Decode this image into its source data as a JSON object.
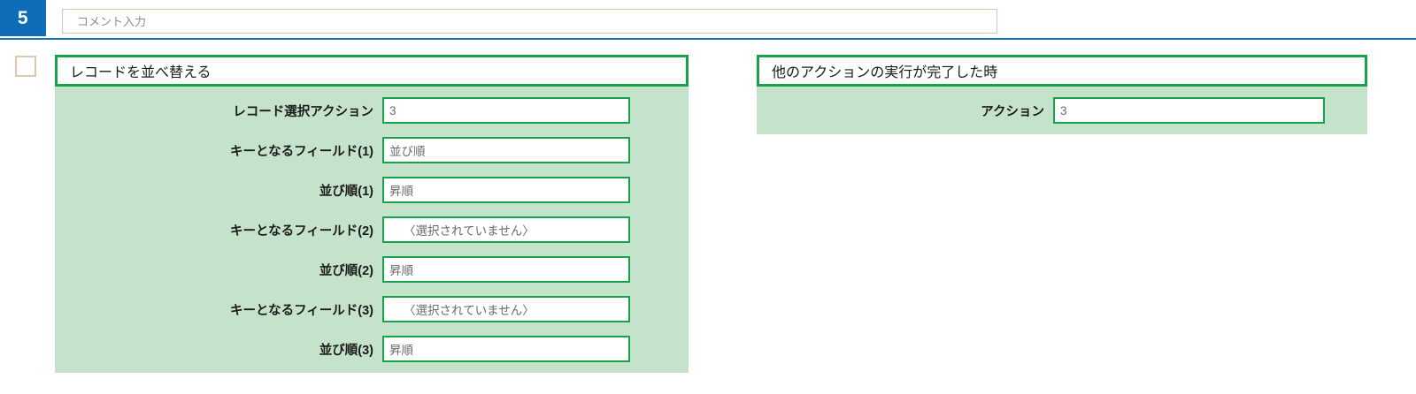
{
  "top_bar": {
    "step_number": "5",
    "comment_value": "",
    "comment_placeholder": "コメント入力"
  },
  "enable_checkbox": {
    "checked": false,
    "name": "action-enable-checkbox"
  },
  "panels": [
    {
      "id": "sort-records",
      "title": "レコードを並べ替える",
      "fields": [
        {
          "label": "レコード選択アクション",
          "value": "3",
          "indented": false
        },
        {
          "label": "キーとなるフィールド(1)",
          "value": "並び順",
          "indented": false
        },
        {
          "label": "並び順(1)",
          "value": "昇順",
          "indented": false
        },
        {
          "label": "キーとなるフィールド(2)",
          "value": "〈選択されていません〉",
          "indented": true
        },
        {
          "label": "並び順(2)",
          "value": "昇順",
          "indented": false
        },
        {
          "label": "キーとなるフィールド(3)",
          "value": "〈選択されていません〉",
          "indented": true
        },
        {
          "label": "並び順(3)",
          "value": "昇順",
          "indented": false
        }
      ]
    },
    {
      "id": "trigger-condition",
      "title": "他のアクションの実行が完了した時",
      "fields": [
        {
          "label": "アクション",
          "value": "3",
          "indented": false
        }
      ]
    }
  ],
  "colors": {
    "step_badge_background": "#0f6cb6",
    "rule_blue": "#1272b5",
    "panel_border_green": "#16a34a",
    "panel_body_green": "#c5e3ca",
    "checkbox_border_tan": "#dcc9ae",
    "comment_border_tan": "#d5c6b0",
    "value_text_gray": "#6b6b6b"
  }
}
